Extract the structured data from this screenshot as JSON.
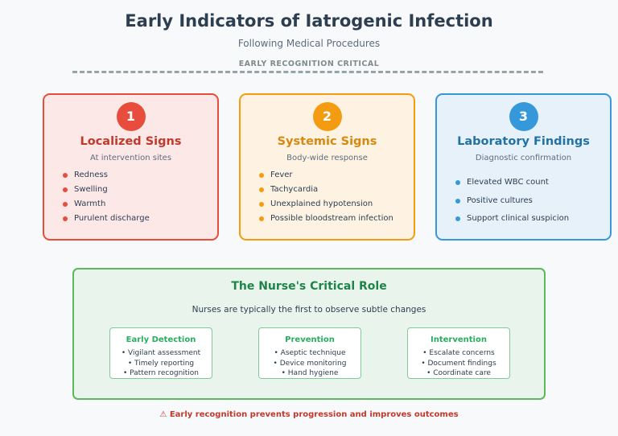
{
  "header": {
    "title": "Early Indicators of Iatrogenic Infection",
    "subtitle": "Following Medical Procedures",
    "banner": "EARLY RECOGNITION CRITICAL"
  },
  "cards": [
    {
      "number": "1",
      "title": "Localized Signs",
      "subtitle": "At intervention sites",
      "items": [
        "Redness",
        "Swelling",
        "Warmth",
        "Purulent discharge"
      ],
      "color": "#e74c3c"
    },
    {
      "number": "2",
      "title": "Systemic Signs",
      "subtitle": "Body-wide response",
      "items": [
        "Fever",
        "Tachycardia",
        "Unexplained hypotension",
        "Possible bloodstream infection"
      ],
      "color": "#f39c12"
    },
    {
      "number": "3",
      "title": "Laboratory Findings",
      "subtitle": "Diagnostic confirmation",
      "items": [
        "Elevated WBC count",
        "Positive cultures",
        "Support clinical suspicion"
      ],
      "color": "#3498db"
    }
  ],
  "role": {
    "title": "The Nurse's Critical Role",
    "subtitle": "Nurses are typically the first to observe subtle changes",
    "boxes": [
      {
        "title": "Early Detection",
        "items": [
          "Vigilant assessment",
          "Timely reporting",
          "Pattern recognition"
        ]
      },
      {
        "title": "Prevention",
        "items": [
          "Aseptic technique",
          "Device monitoring",
          "Hand hygiene"
        ]
      },
      {
        "title": "Intervention",
        "items": [
          "Escalate concerns",
          "Document findings",
          "Coordinate care"
        ]
      }
    ]
  },
  "footer": {
    "icon": "warning-icon",
    "text": "⚠ Early recognition prevents progression and improves outcomes"
  }
}
